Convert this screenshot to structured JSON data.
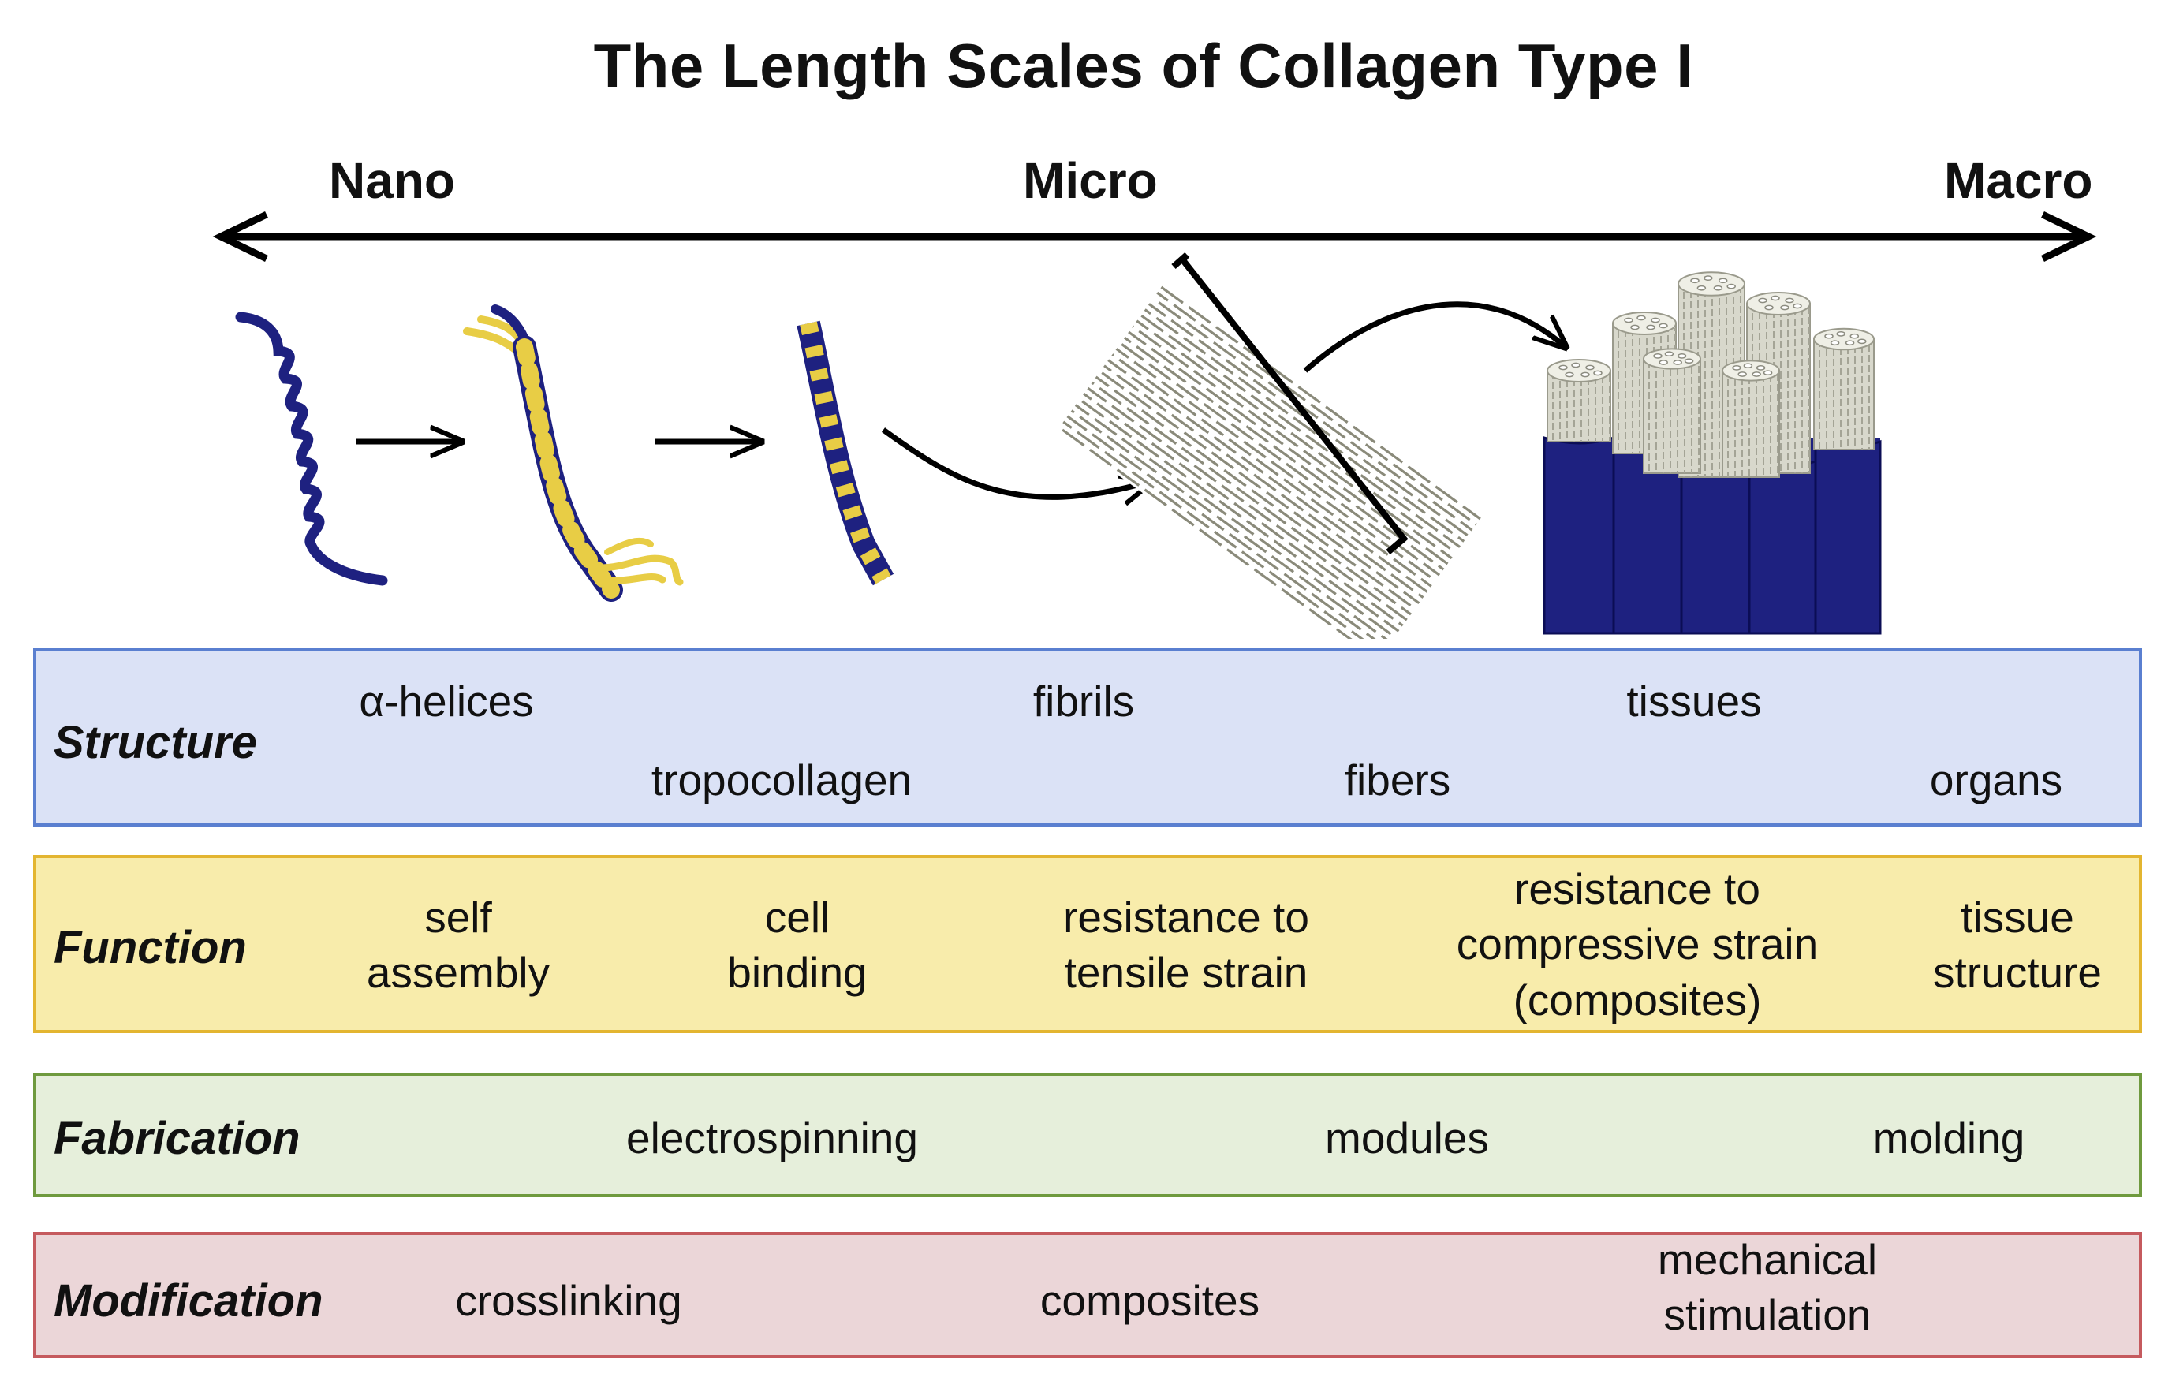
{
  "title": "The Length Scales of Collagen Type I",
  "scale": {
    "nano": "Nano",
    "micro": "Micro",
    "macro": "Macro"
  },
  "colors": {
    "navy": "#1e2180",
    "gold": "#e8cd45",
    "structure_fill": "#dbe2f6",
    "structure_border": "#5a7fd0",
    "function_fill": "#f8ecab",
    "function_border": "#e3b530",
    "fabrication_fill": "#e6efdb",
    "fabrication_border": "#6f9a3e",
    "modification_fill": "#ebd6d8",
    "modification_border": "#c55a5e"
  },
  "rows": {
    "structure": {
      "label": "Structure",
      "items": [
        "α-helices",
        "tropocollagen",
        "fibrils",
        "fibers",
        "tissues",
        "organs"
      ]
    },
    "function": {
      "label": "Function",
      "items": [
        [
          "self",
          "assembly"
        ],
        [
          "cell",
          "binding"
        ],
        [
          "resistance to",
          "tensile strain"
        ],
        [
          "resistance to",
          "compressive strain",
          "(composites)"
        ],
        [
          "tissue",
          "structure"
        ]
      ]
    },
    "fabrication": {
      "label": "Fabrication",
      "items": [
        "electrospinning",
        "modules",
        "molding"
      ]
    },
    "modification": {
      "label": "Modification",
      "items": [
        "crosslinking",
        "composites",
        [
          "mechanical",
          "stimulation"
        ]
      ]
    }
  }
}
